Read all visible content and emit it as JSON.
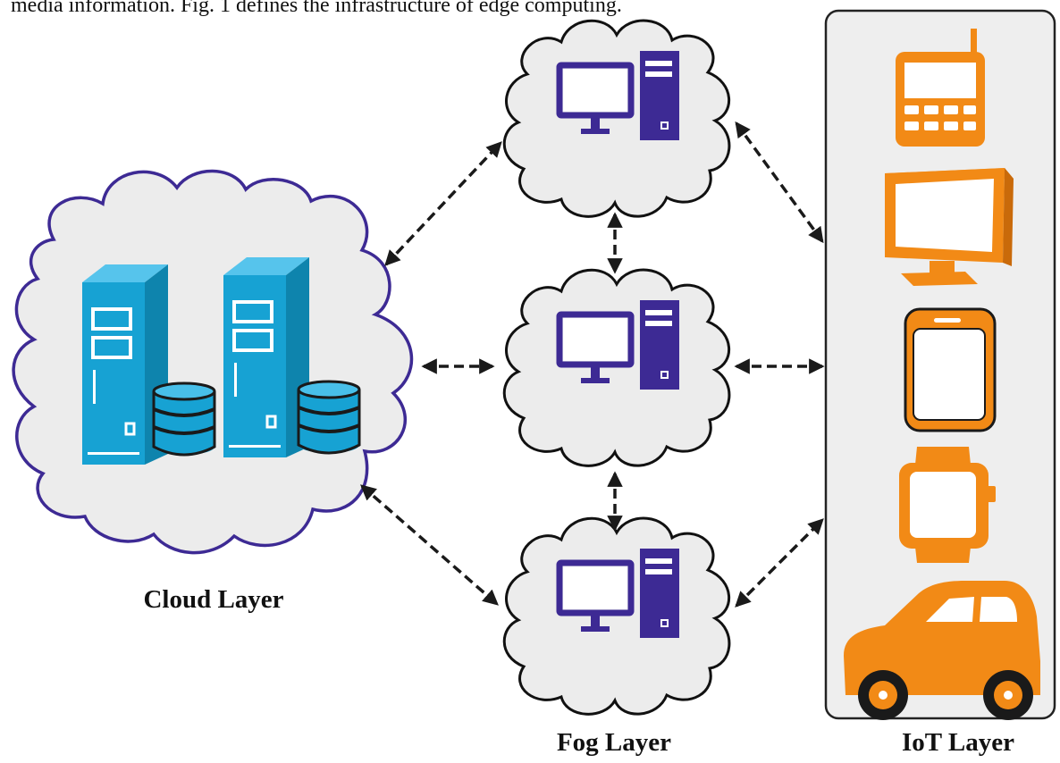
{
  "caption": "media information. Fig. 1 defines the infrastructure of edge computing.",
  "labels": {
    "cloud_layer": "Cloud Layer",
    "fog_layer": "Fog Layer",
    "iot_layer": "IoT Layer"
  },
  "colors": {
    "server": "#17a2d3",
    "computer": "#3d2a94",
    "cloud_outline": "#3d2a94",
    "cloud_fill": "#ececec",
    "iot_device": "#f28a16",
    "iot_panel": "#eeeeee",
    "arrow": "#1a1a1a"
  },
  "icons": {
    "cloud_servers": [
      "server-icon",
      "database-icon"
    ],
    "fog_nodes": [
      "desktop-computer-icon"
    ],
    "iot_devices": [
      "mobile-phone-icon",
      "monitor-icon",
      "smartphone-icon",
      "smartwatch-icon",
      "car-icon"
    ]
  }
}
